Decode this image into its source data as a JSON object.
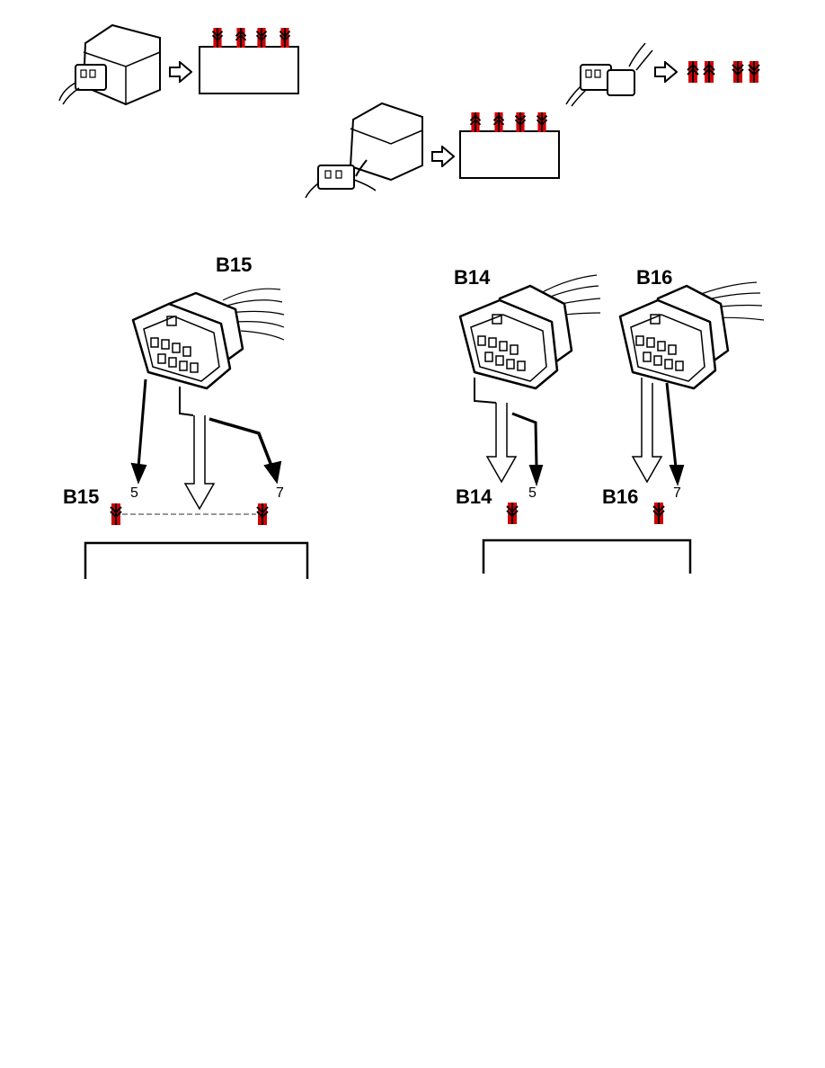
{
  "colors": {
    "wire_red": "#d20000",
    "wire_core": "#000000",
    "line": "#000000",
    "fill": "#ffffff",
    "dashed": "#777777"
  },
  "top_legend": {
    "panels": [
      {
        "name": "connector-to-ecu",
        "arrow_style": "down",
        "terminals": 4
      },
      {
        "name": "connector-to-ecu-up",
        "arrow_style": "up",
        "terminals": 4
      },
      {
        "name": "inline-connector",
        "arrow_style": "mixed",
        "terminals": 4
      }
    ]
  },
  "connectors": [
    {
      "id": "B15",
      "label": "B15",
      "pins": [
        "5",
        "7"
      ]
    },
    {
      "id": "B14",
      "label": "B14",
      "pins": [
        "5"
      ]
    },
    {
      "id": "B16",
      "label": "B16",
      "pins": [
        "7"
      ]
    }
  ],
  "bottom": {
    "left": {
      "connector_label": "B15",
      "pin_left": "5",
      "pin_right": "7"
    },
    "right": {
      "pin_a_connector": "B14",
      "pin_a": "5",
      "pin_b_connector": "B16",
      "pin_b": "7"
    }
  }
}
